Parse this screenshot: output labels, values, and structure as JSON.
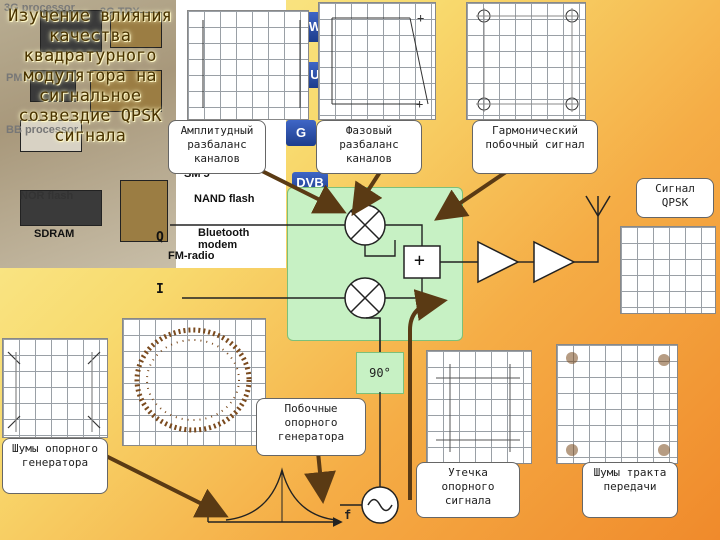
{
  "title": "Изучение влияния качества квадратурного модулятора на сигнальное созвездие QPSK сигнала",
  "hardware": {
    "labels": [
      "3G processor",
      "3G TRX",
      "PMU",
      "BB processor",
      "NOR flash",
      "SDRAM",
      "NAND flash",
      "Bluetooth modem",
      "FM-radio"
    ],
    "tabs": [
      "W",
      "U",
      "G",
      "DVB"
    ],
    "partial_text": [
      "SM 5"
    ]
  },
  "blocks": {
    "amplitude_imbalance": "Амплитудный разбаланс каналов",
    "phase_imbalance": "Фазовый разбаланс каналов",
    "harmonic_spur": "Гармонический побочный сигнал",
    "qpsk_signal": "Сигнал QPSK",
    "ref_noise": "Шумы опорного генератора",
    "ref_spurs": "Побочные опорного генератора",
    "ref_leak": "Утечка опорного сигнала",
    "tx_noise": "Шумы тракта передачи",
    "phase_shift": "90°"
  },
  "signals": {
    "q": "Q",
    "i": "I",
    "freq": "f",
    "sum": "+"
  },
  "colors": {
    "arrow": "#5a3a14",
    "panel": "#c7f1c4",
    "amp": "#2e7d32"
  }
}
